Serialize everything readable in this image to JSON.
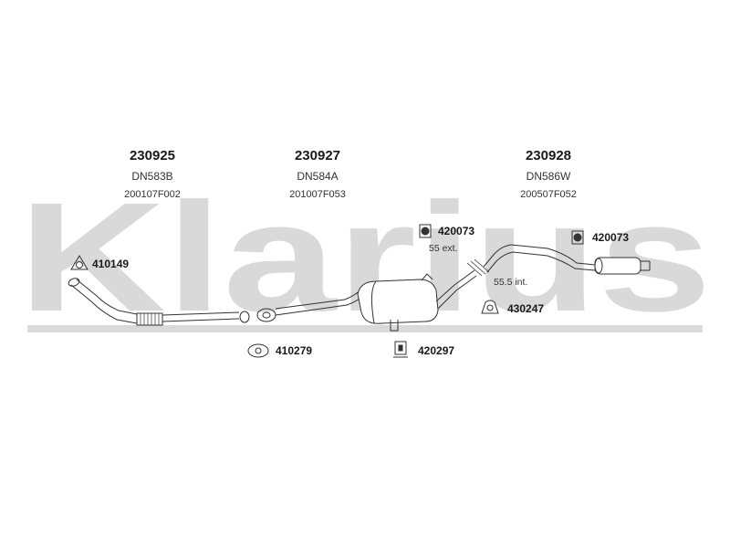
{
  "brand": {
    "logo_text": "Klarius"
  },
  "sections": [
    {
      "part_number": "230925",
      "oem_code": "DN583B",
      "date_code": "200107F002"
    },
    {
      "part_number": "230927",
      "oem_code": "DN584A",
      "date_code": "201007F053"
    },
    {
      "part_number": "230928",
      "oem_code": "DN586W",
      "date_code": "200507F052"
    }
  ],
  "fittings": {
    "f1": "410149",
    "f2": "410279",
    "f3": "420073",
    "f4": "420297",
    "f5": "430247",
    "f6": "420073"
  },
  "notes": {
    "ext": "55 ext.",
    "int": "55.5 int."
  },
  "colors": {
    "watermark": "#d6d6d6",
    "line": "#333333"
  }
}
